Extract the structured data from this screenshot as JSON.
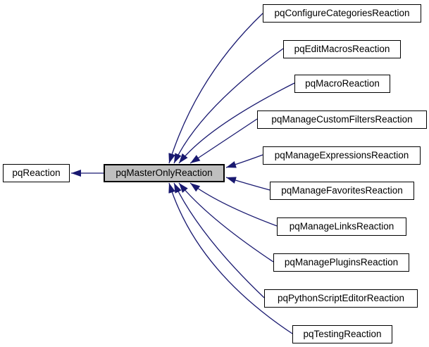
{
  "diagram": {
    "type": "class-inheritance-graph",
    "nodes": {
      "base": {
        "label": "pqReaction"
      },
      "focus": {
        "label": "pqMasterOnlyReaction"
      },
      "derived": [
        {
          "label": "pqConfigureCategoriesReaction"
        },
        {
          "label": "pqEditMacrosReaction"
        },
        {
          "label": "pqMacroReaction"
        },
        {
          "label": "pqManageCustomFiltersReaction"
        },
        {
          "label": "pqManageExpressionsReaction"
        },
        {
          "label": "pqManageFavoritesReaction"
        },
        {
          "label": "pqManageLinksReaction"
        },
        {
          "label": "pqManagePluginsReaction"
        },
        {
          "label": "pqPythonScriptEditorReaction"
        },
        {
          "label": "pqTestingReaction"
        }
      ]
    },
    "colors": {
      "edge": "#191970",
      "node_border": "#000000",
      "node_fill": "#ffffff",
      "focus_fill": "#bfbfbf",
      "text": "#000000",
      "background": "#ffffff"
    }
  }
}
